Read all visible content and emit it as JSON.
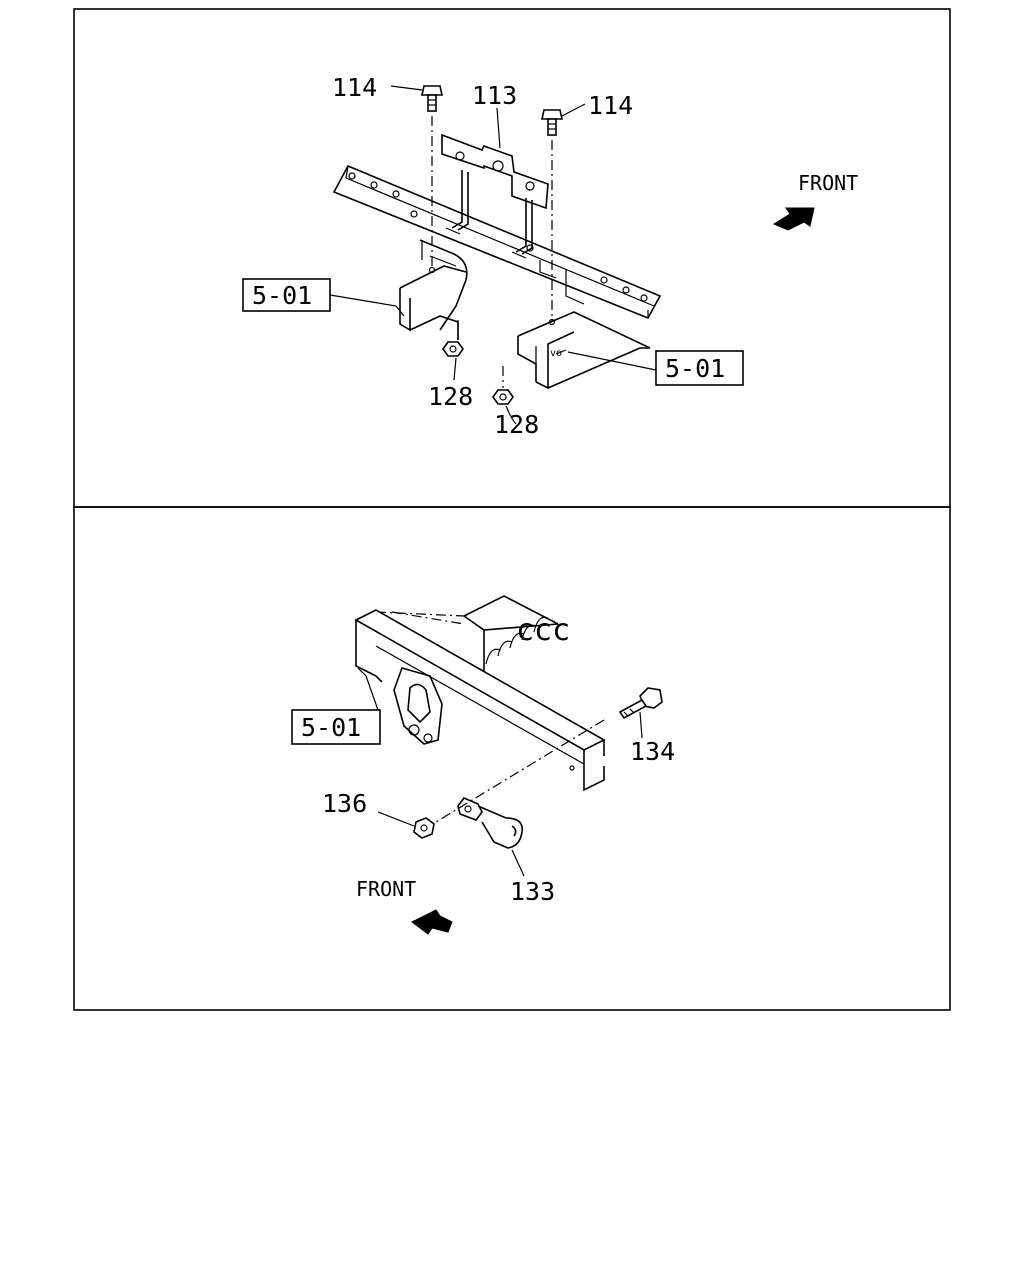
{
  "top_panel": {
    "labels": {
      "bolt_left": "114",
      "bracket": "113",
      "bolt_right": "114",
      "ref_left": "5-01",
      "ref_right": "5-01",
      "nut_left": "128",
      "nut_right": "128",
      "front": "FRONT"
    }
  },
  "bottom_panel": {
    "labels": {
      "ref": "5-01",
      "bolt": "134",
      "nut": "136",
      "hook": "133",
      "front": "FRONT"
    }
  }
}
